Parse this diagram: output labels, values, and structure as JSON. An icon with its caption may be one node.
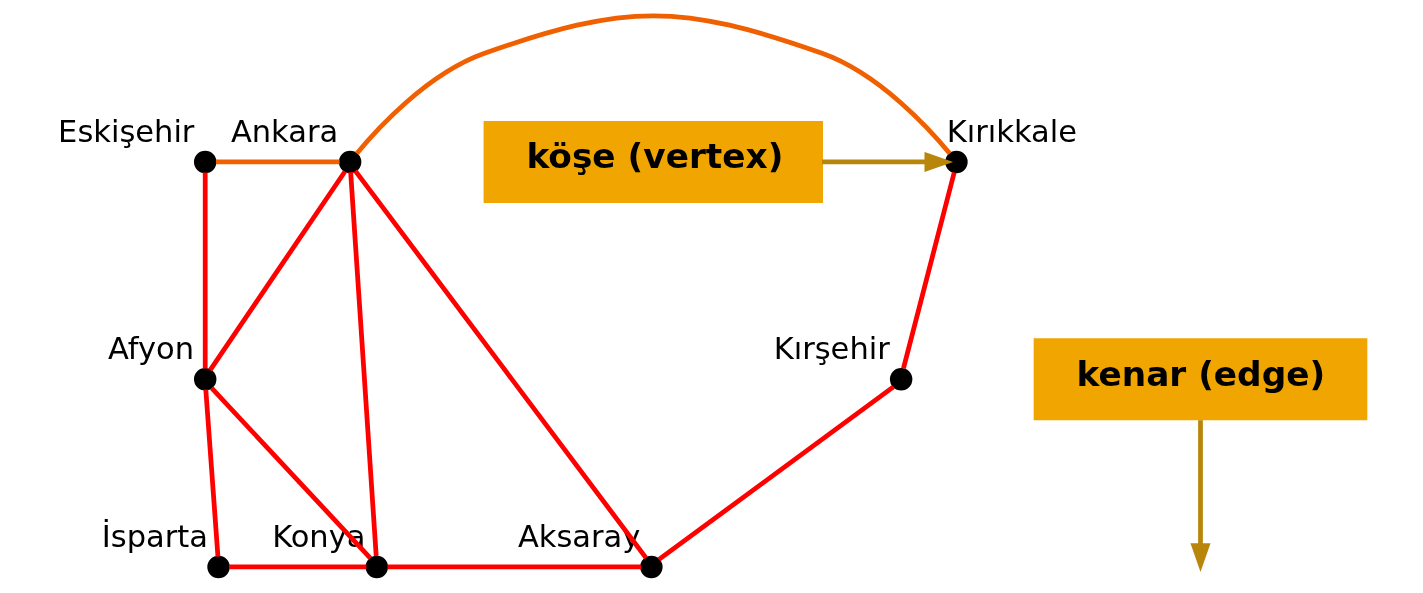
{
  "diagram": {
    "nodes": [
      {
        "text": [],
        "shape": "circle",
        "beside": [
          "Eskişehir"
        ]
      },
      {
        "text": [],
        "shape": "circle",
        "beside": [
          "Ankara"
        ]
      },
      {
        "text": [],
        "shape": "circle",
        "beside": [
          "Kırıkkale"
        ]
      },
      {
        "text": [
          "köşe (vertex)"
        ]
      },
      {
        "text": [],
        "shape": "circle",
        "beside": [
          "Kırşehir"
        ]
      },
      {
        "text": [],
        "shape": "circle",
        "beside": [
          "Afyon"
        ]
      },
      {
        "text": [
          "kenar (edge)"
        ]
      },
      {
        "text": [],
        "shape": "circle",
        "beside": [
          "Aksaray"
        ]
      },
      {
        "text": [],
        "shape": "circle",
        "beside": [
          "İsparta"
        ]
      },
      {
        "text": [],
        "shape": "circle",
        "beside": [
          "Konya"
        ]
      }
    ],
    "edges": [
      {
        "from": 0,
        "to": 1,
        "arrow": "none",
        "color": "#f06000"
      },
      {
        "from": 1,
        "to": 2,
        "arrow": "none",
        "color": "#f06000"
      },
      {
        "from": 0,
        "to": 5,
        "arrow": "none"
      },
      {
        "from": 5,
        "to": 8,
        "arrow": "none"
      },
      {
        "from": 1,
        "to": 5,
        "arrow": "none"
      },
      {
        "from": 1,
        "to": 9,
        "arrow": "none"
      },
      {
        "from": 1,
        "to": 7,
        "arrow": "none"
      },
      {
        "from": 2,
        "to": 4,
        "arrow": "none"
      },
      {
        "from": 4,
        "to": 7,
        "arrow": "none"
      },
      {
        "from": 5,
        "to": 9,
        "arrow": "none"
      },
      {
        "from": 8,
        "to": 9,
        "arrow": "none"
      },
      {
        "from": 9,
        "to": 7,
        "arrow": "none"
      },
      {
        "from": 3,
        "to": 2,
        "arrow": "to",
        "color": "#b8860b"
      },
      {
        "from": 6,
        "to": null,
        "arrow": "to",
        "color": "#b8860b"
      }
    ]
  }
}
